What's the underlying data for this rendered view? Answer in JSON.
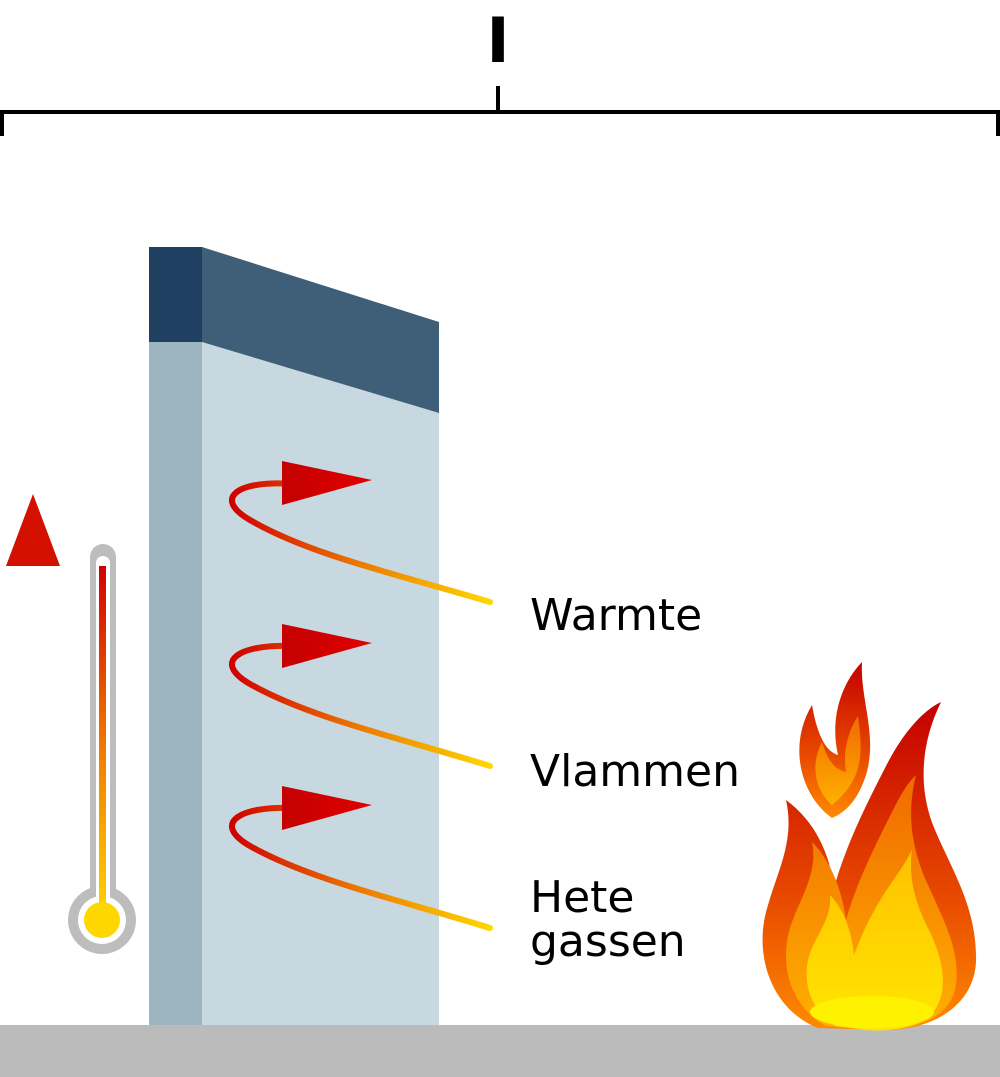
{
  "heading": {
    "text": "I"
  },
  "labels": {
    "warmte": "Warmte",
    "vlammen": "Vlammen",
    "hete_line1": "Hete",
    "hete_line2": "gassen"
  },
  "colors": {
    "panel_top_front": "#1f4060",
    "panel_top_side": "#3f5e78",
    "panel_front": "#9db5c1",
    "panel_side": "#c8d8e1",
    "floor": "#bbbbbb",
    "arrow_red": "#d10000",
    "arrow_yellow": "#ffd700",
    "thermometer_outline": "#bdbdbd",
    "thermometer_bulb": "#ffd700"
  },
  "icons": {
    "temperature_arrow": "up-arrow-icon",
    "thermometer": "thermometer-icon",
    "fire": "fire-icon"
  }
}
